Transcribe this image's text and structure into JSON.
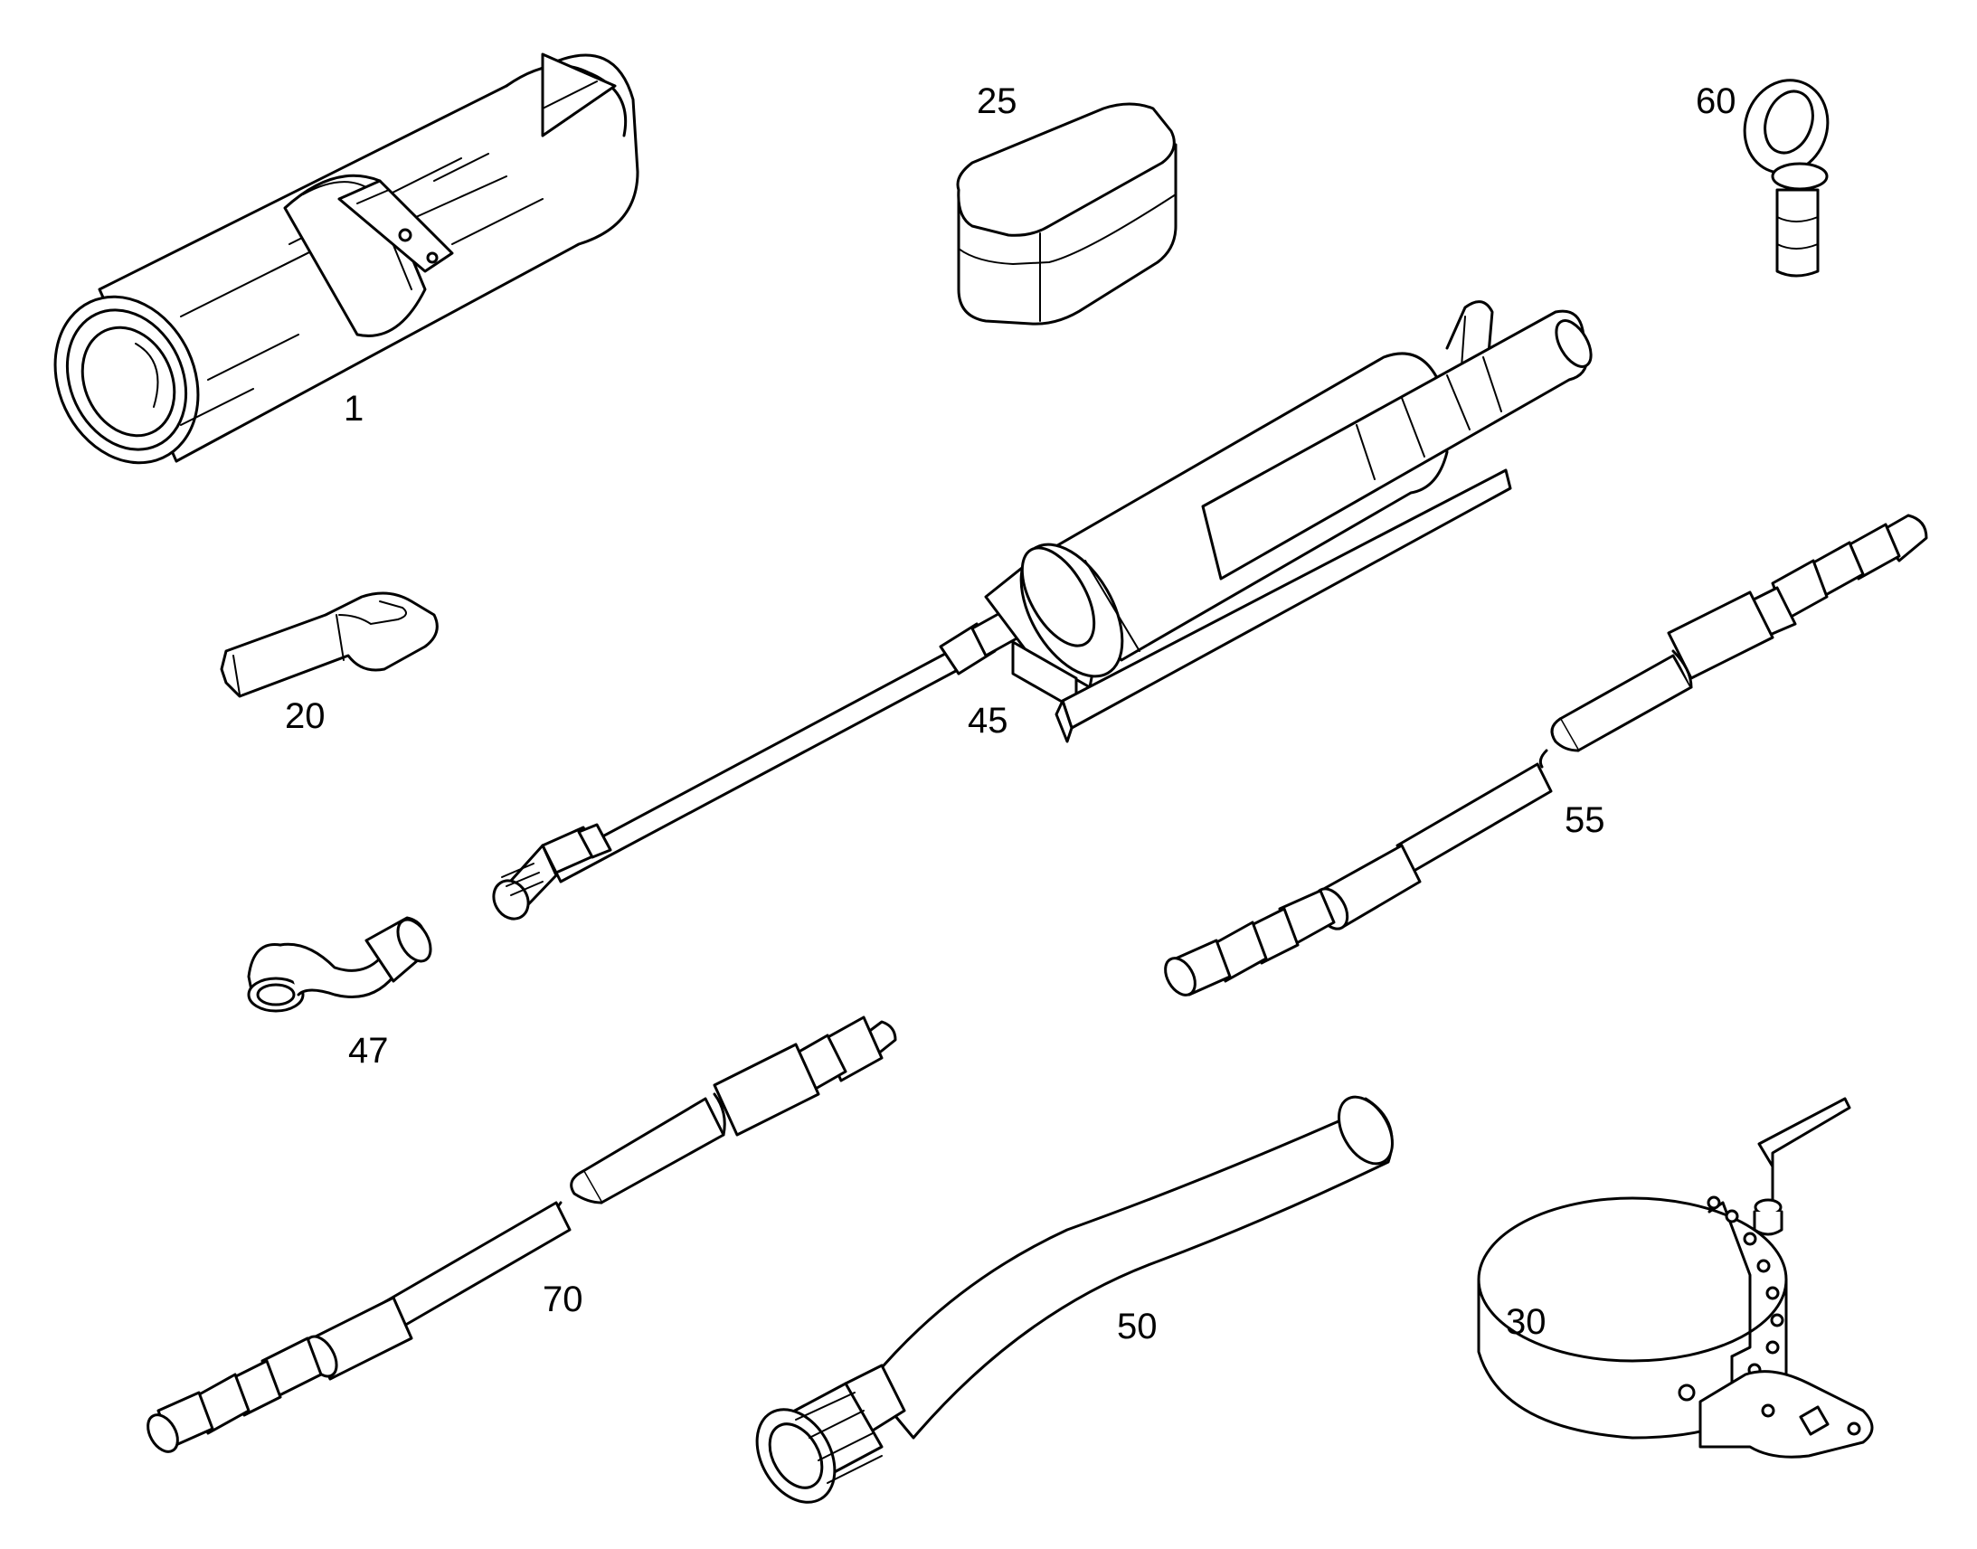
{
  "diagram": {
    "callouts": [
      {
        "id": "roll",
        "label": "1"
      },
      {
        "id": "box",
        "label": "25"
      },
      {
        "id": "eyebolt",
        "label": "60"
      },
      {
        "id": "key",
        "label": "20"
      },
      {
        "id": "grease-gun",
        "label": "45"
      },
      {
        "id": "hose-55",
        "label": "55"
      },
      {
        "id": "elbow",
        "label": "47"
      },
      {
        "id": "hose-70",
        "label": "70"
      },
      {
        "id": "tube",
        "label": "50"
      },
      {
        "id": "filter-wrench",
        "label": "30"
      }
    ],
    "line_color": "#000000",
    "background": "#ffffff"
  }
}
